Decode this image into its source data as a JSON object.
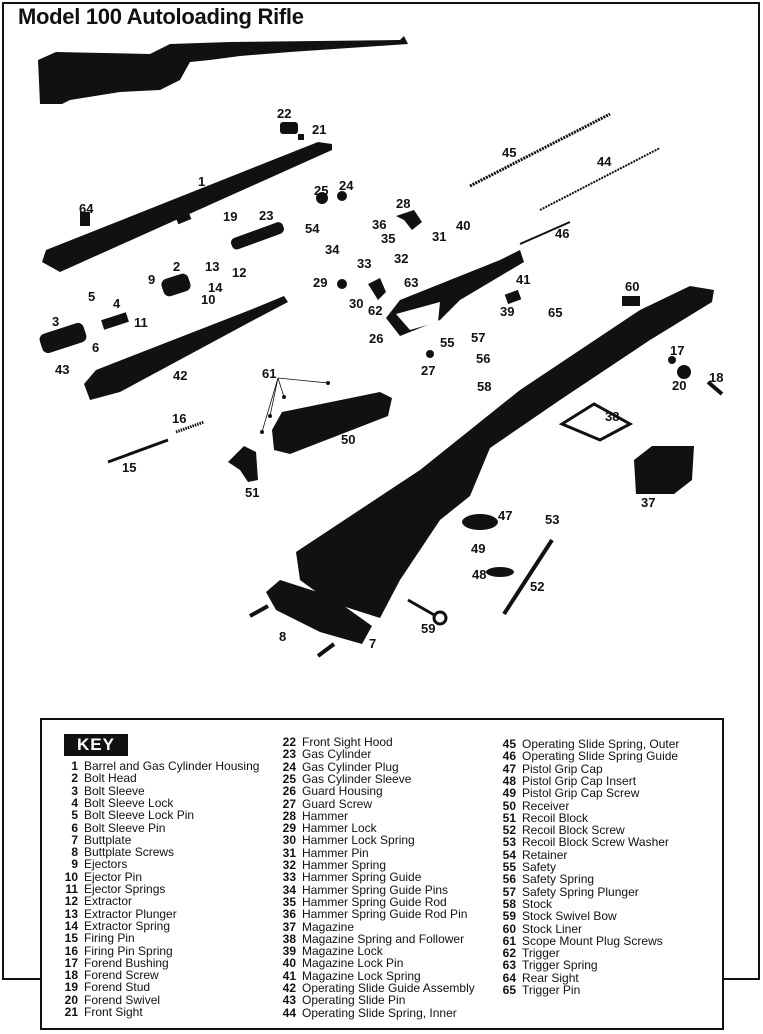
{
  "title": "Model 100 Autoloading Rifle",
  "key_title": "KEY",
  "callouts": [
    "22",
    "21",
    "1",
    "45",
    "44",
    "25",
    "24",
    "28",
    "64",
    "19",
    "23",
    "54",
    "36",
    "35",
    "40",
    "31",
    "46",
    "34",
    "33",
    "32",
    "2",
    "13",
    "12",
    "14",
    "9",
    "29",
    "63",
    "41",
    "60",
    "5",
    "4",
    "10",
    "11",
    "30",
    "62",
    "39",
    "65",
    "3",
    "26",
    "57",
    "55",
    "56",
    "6",
    "43",
    "42",
    "27",
    "58",
    "17",
    "20",
    "18",
    "61",
    "16",
    "38",
    "15",
    "50",
    "51",
    "37",
    "47",
    "53",
    "49",
    "48",
    "52",
    "59",
    "8",
    "7"
  ],
  "key_col1": [
    {
      "n": "1",
      "label": "Barrel and Gas Cylinder Housing"
    },
    {
      "n": "2",
      "label": "Bolt Head"
    },
    {
      "n": "3",
      "label": "Bolt Sleeve"
    },
    {
      "n": "4",
      "label": "Bolt Sleeve Lock"
    },
    {
      "n": "5",
      "label": "Bolt Sleeve Lock Pin"
    },
    {
      "n": "6",
      "label": "Bolt Sleeve Pin"
    },
    {
      "n": "7",
      "label": "Buttplate"
    },
    {
      "n": "8",
      "label": "Buttplate Screws"
    },
    {
      "n": "9",
      "label": "Ejectors"
    },
    {
      "n": "10",
      "label": "Ejector Pin"
    },
    {
      "n": "11",
      "label": "Ejector Springs"
    },
    {
      "n": "12",
      "label": "Extractor"
    },
    {
      "n": "13",
      "label": "Extractor Plunger"
    },
    {
      "n": "14",
      "label": "Extractor Spring"
    },
    {
      "n": "15",
      "label": "Firing Pin"
    },
    {
      "n": "16",
      "label": "Firing Pin Spring"
    },
    {
      "n": "17",
      "label": "Forend Bushing"
    },
    {
      "n": "18",
      "label": "Forend Screw"
    },
    {
      "n": "19",
      "label": "Forend Stud"
    },
    {
      "n": "20",
      "label": "Forend Swivel"
    },
    {
      "n": "21",
      "label": "Front Sight"
    }
  ],
  "key_col2": [
    {
      "n": "22",
      "label": "Front Sight Hood"
    },
    {
      "n": "23",
      "label": "Gas Cylinder"
    },
    {
      "n": "24",
      "label": "Gas Cylinder Plug"
    },
    {
      "n": "25",
      "label": "Gas Cylinder Sleeve"
    },
    {
      "n": "26",
      "label": "Guard Housing"
    },
    {
      "n": "27",
      "label": "Guard Screw"
    },
    {
      "n": "28",
      "label": "Hammer"
    },
    {
      "n": "29",
      "label": "Hammer Lock"
    },
    {
      "n": "30",
      "label": "Hammer Lock Spring"
    },
    {
      "n": "31",
      "label": "Hammer Pin"
    },
    {
      "n": "32",
      "label": "Hammer Spring"
    },
    {
      "n": "33",
      "label": "Hammer Spring Guide"
    },
    {
      "n": "34",
      "label": "Hammer Spring Guide Pins"
    },
    {
      "n": "35",
      "label": "Hammer Spring Guide Rod"
    },
    {
      "n": "36",
      "label": "Hammer Spring Guide Rod Pin"
    },
    {
      "n": "37",
      "label": "Magazine"
    },
    {
      "n": "38",
      "label": "Magazine Spring and Follower"
    },
    {
      "n": "39",
      "label": "Magazine Lock"
    },
    {
      "n": "40",
      "label": "Magazine Lock Pin"
    },
    {
      "n": "41",
      "label": "Magazine Lock Spring"
    },
    {
      "n": "42",
      "label": "Operating Slide Guide Assembly"
    },
    {
      "n": "43",
      "label": "Operating Slide Pin"
    },
    {
      "n": "44",
      "label": "Operating Slide Spring, Inner"
    }
  ],
  "key_col3": [
    {
      "n": "45",
      "label": "Operating Slide Spring, Outer"
    },
    {
      "n": "46",
      "label": "Operating Slide Spring Guide"
    },
    {
      "n": "47",
      "label": "Pistol Grip Cap"
    },
    {
      "n": "48",
      "label": "Pistol Grip Cap Insert"
    },
    {
      "n": "49",
      "label": "Pistol Grip Cap Screw"
    },
    {
      "n": "50",
      "label": "Receiver"
    },
    {
      "n": "51",
      "label": "Recoil Block"
    },
    {
      "n": "52",
      "label": "Recoil Block Screw"
    },
    {
      "n": "53",
      "label": "Recoil Block Screw Washer"
    },
    {
      "n": "54",
      "label": "Retainer"
    },
    {
      "n": "55",
      "label": "Safety"
    },
    {
      "n": "56",
      "label": "Safety Spring"
    },
    {
      "n": "57",
      "label": "Safety Spring Plunger"
    },
    {
      "n": "58",
      "label": "Stock"
    },
    {
      "n": "59",
      "label": "Stock Swivel Bow"
    },
    {
      "n": "60",
      "label": "Stock Liner"
    },
    {
      "n": "61",
      "label": "Scope Mount Plug Screws"
    },
    {
      "n": "62",
      "label": "Trigger"
    },
    {
      "n": "63",
      "label": "Trigger Spring"
    },
    {
      "n": "64",
      "label": "Rear Sight"
    },
    {
      "n": "65",
      "label": "Trigger Pin"
    }
  ]
}
